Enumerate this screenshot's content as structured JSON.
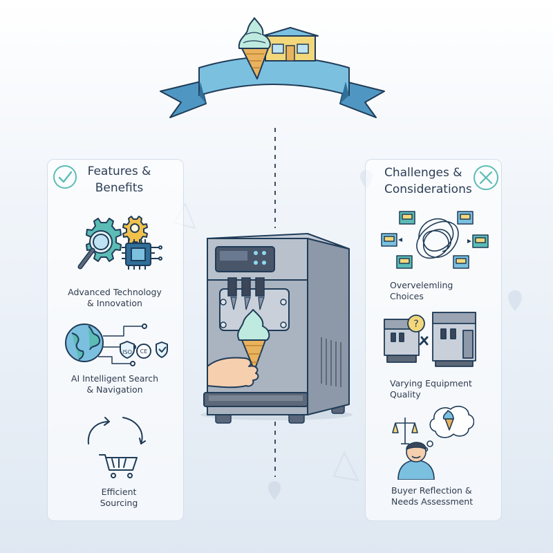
{
  "left_panel": {
    "heading_line1": "Features &",
    "heading_line2": "Benefits",
    "items": [
      {
        "icon": "gear-magnifier-chip-icon",
        "line1": "Advanced Technology",
        "line2": "& Innovation"
      },
      {
        "icon": "globe-network-icon",
        "line1": "AI Intelligent Search",
        "line2": "& Navigation"
      },
      {
        "icon": "cart-recycle-icon",
        "line1": "Efficient",
        "line2": "Sourcing"
      }
    ]
  },
  "right_panel": {
    "heading_line1": "Challenges &",
    "heading_line2": "Considerations",
    "items": [
      {
        "icon": "tangled-choices-icon",
        "line1": "Overvelemling",
        "line2": "Choices"
      },
      {
        "icon": "machine-comparison-icon",
        "line1": "Varying Equipment",
        "line2": "Quality"
      },
      {
        "icon": "buyer-thinking-icon",
        "line1": "Buyer Reflection &",
        "line2": "Needs Assessment"
      }
    ]
  },
  "badges": {
    "iso": "ISO",
    "ce": "CE"
  },
  "icons": {
    "banner": "ribbon-banner-icon",
    "cone": "ice-cream-cone-icon",
    "shop": "storefront-icon",
    "check": "check-circle-icon",
    "cross": "x-circle-icon",
    "machine": "soft-serve-machine-icon"
  },
  "colors": {
    "ribbon": "#6fb6d9",
    "ribbon_dark": "#3f87b3",
    "machine_body": "#9aa4b2",
    "accent_teal": "#5bbcb5",
    "soft_serve": "#bfeadf",
    "cone": "#e9b25c",
    "text": "#2e3b4e"
  }
}
